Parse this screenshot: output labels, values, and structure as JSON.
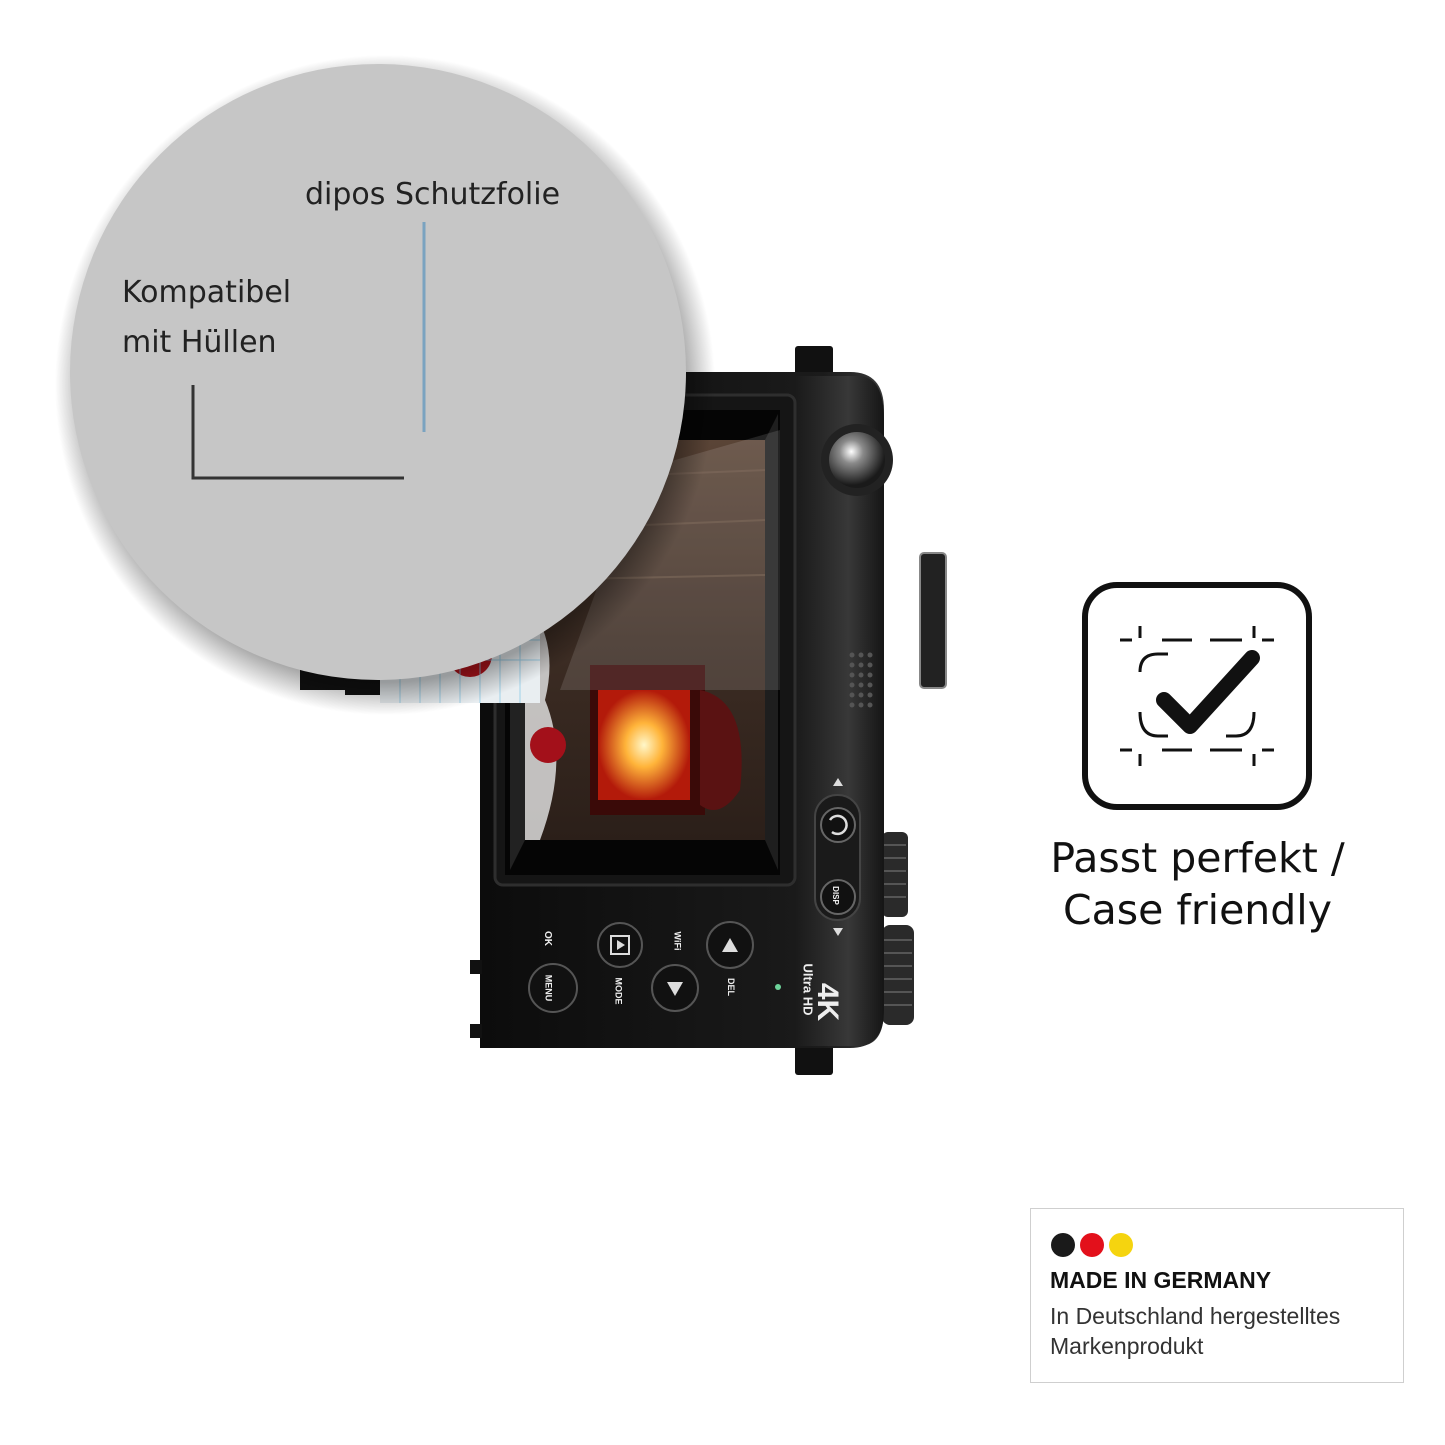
{
  "zoom_callout": {
    "label_film": "dipos Schutzfolie",
    "label_compat_line1": "Kompatibel",
    "label_compat_line2": "mit Hüllen"
  },
  "camera": {
    "buttons": {
      "ok": "OK",
      "menu": "MENU",
      "mode": "MODE",
      "wifi": "WiFi",
      "del": "DEL",
      "disp": "DISP"
    },
    "badge_4k": "4K",
    "badge_uhd": "Ultra HD"
  },
  "case_friendly": {
    "line1": "Passt perfekt /",
    "line2": "Case friendly",
    "icon": "case-check-icon"
  },
  "made_in_germany": {
    "title": "MADE IN GERMANY",
    "subtitle_line1": "In Deutschland hergestelltes",
    "subtitle_line2": "Markenprodukt",
    "flag_colors": [
      "#1a1a1a",
      "#e3101b",
      "#f5d40f"
    ]
  }
}
